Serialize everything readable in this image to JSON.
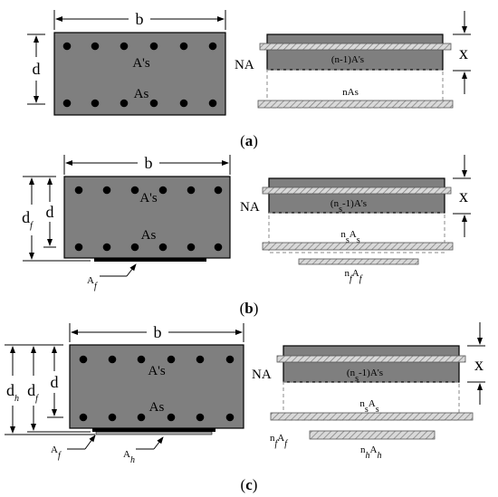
{
  "panel_a": {
    "width_label": "b",
    "depth_label": "d",
    "top_steel_label": "A's",
    "bottom_steel_label": "As",
    "neutral_axis_label": "NA",
    "depth_na_label": "x",
    "top_transformed_label": "(n-1)A's",
    "bottom_transformed_label": "nAs",
    "caption_open": "(",
    "caption_letter": "a",
    "caption_close": ")"
  },
  "panel_b": {
    "width_label": "b",
    "depth_label": "d",
    "frp_depth_label": "df",
    "top_steel_label": "A's",
    "bottom_steel_label": "As",
    "frp_label": "Af",
    "neutral_axis_label": "NA",
    "depth_na_label": "x",
    "top_transformed_label": "(ns-1)A's",
    "bottom_transformed_label": "nsAs",
    "frp_transformed_label": "nfAf",
    "caption_open": "(",
    "caption_letter": "b",
    "caption_close": ")"
  },
  "panel_c": {
    "width_label": "b",
    "depth_label": "d",
    "frp_depth_label": "df",
    "hybrid_depth_label": "dh",
    "top_steel_label": "A's",
    "bottom_steel_label": "As",
    "frp_label": "Af",
    "hybrid_label": "Ah",
    "neutral_axis_label": "NA",
    "depth_na_label": "x",
    "top_transformed_label": "(ns-1)A's",
    "bottom_transformed_label": "nsAs",
    "frp_transformed_label": "nfAf",
    "hybrid_transformed_label": "nhAh",
    "caption_open": "(",
    "caption_letter": "c",
    "caption_close": ")"
  },
  "colors": {
    "concrete": "#7f7f7f",
    "outline": "#000000",
    "hatch_bg": "#d9d9d9",
    "dashed": "#8a8a8a"
  }
}
